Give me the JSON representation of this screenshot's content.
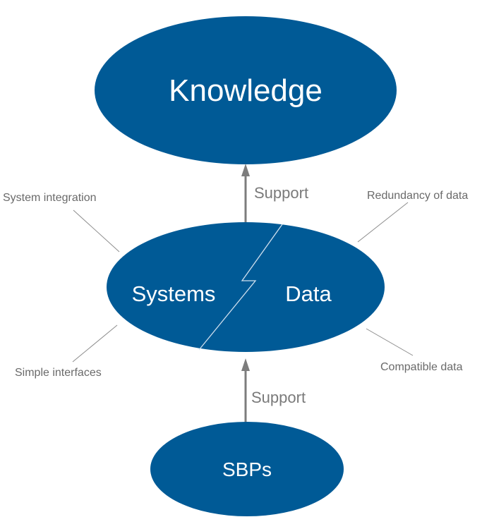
{
  "nodes": {
    "knowledge": "Knowledge",
    "systems": "Systems",
    "data": "Data",
    "sbps": "SBPs"
  },
  "arrows": {
    "upper_label": "Support",
    "lower_label": "Support"
  },
  "annotations": {
    "system_integration": "System integration",
    "redundancy_of_data": "Redundancy of data",
    "simple_interfaces": "Simple interfaces",
    "compatible_data": "Compatible data"
  },
  "colors": {
    "node_fill": "#005a96",
    "arrow": "#7d7d7d",
    "annotation_line": "#8c8c8c",
    "text_on_node": "#ffffff"
  }
}
